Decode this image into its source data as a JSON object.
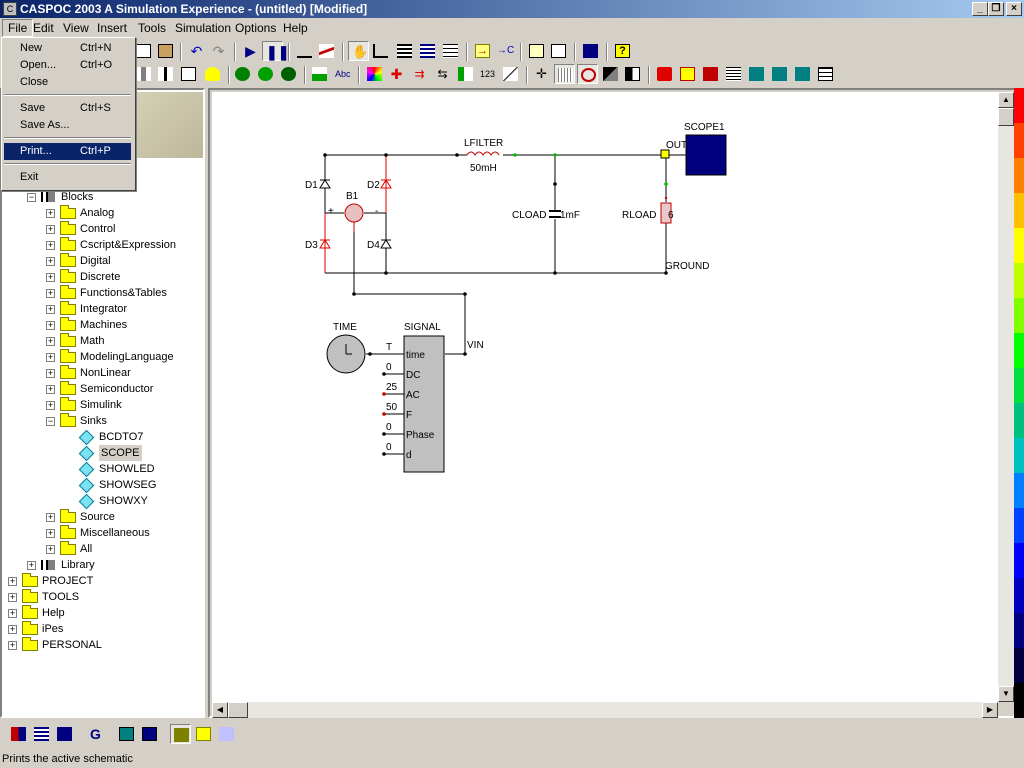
{
  "window": {
    "title": "CASPOC 2003 A Simulation Experience - (untitled) [Modified]"
  },
  "menubar": [
    "File",
    "Edit",
    "View",
    "Insert",
    "Tools",
    "Simulation",
    "Options",
    "Help"
  ],
  "file_menu": {
    "items": [
      {
        "label": "New",
        "shortcut": "Ctrl+N"
      },
      {
        "label": "Open...",
        "shortcut": "Ctrl+O"
      },
      {
        "label": "Close",
        "shortcut": ""
      },
      {
        "label": "Save",
        "shortcut": "Ctrl+S"
      },
      {
        "label": "Save As...",
        "shortcut": ""
      },
      {
        "label": "Print...",
        "shortcut": "Ctrl+P"
      },
      {
        "label": "Exit",
        "shortcut": ""
      }
    ],
    "highlighted": "Print..."
  },
  "tree": {
    "blocks_label": "Blocks",
    "block_folders": [
      "Analog",
      "Control",
      "Cscript&Expression",
      "Digital",
      "Discrete",
      "Functions&Tables",
      "Integrator",
      "Machines",
      "Math",
      "ModelingLanguage",
      "NonLinear",
      "Semiconductor",
      "Simulink",
      "Sinks"
    ],
    "sink_items": [
      "BCDTO7",
      "SCOPE",
      "SHOWLED",
      "SHOWSEG",
      "SHOWXY"
    ],
    "selected_sink": "SCOPE",
    "more_folders": [
      "Source",
      "Miscellaneous",
      "All"
    ],
    "library_label": "Library",
    "root_folders": [
      "PROJECT",
      "TOOLS",
      "Help",
      "iPes",
      "PERSONAL"
    ]
  },
  "schematic": {
    "labels": {
      "lfilter": "LFILTER",
      "lfilter_value": "50mH",
      "scope": "SCOPE1",
      "out": "OUT",
      "d1": "D1",
      "d2": "D2",
      "d3": "D3",
      "d4": "D4",
      "b1": "B1",
      "cload": "CLOAD",
      "cload_value": "1mF",
      "rload": "RLOAD",
      "rload_value": "6",
      "ground": "GROUND",
      "time": "TIME",
      "signal": "SIGNAL",
      "vin": "VIN",
      "plus": "+",
      "minus": "-"
    },
    "signal_ports": [
      {
        "input": "T",
        "port": "time"
      },
      {
        "input": "0",
        "port": "DC"
      },
      {
        "input": "25",
        "port": "AC"
      },
      {
        "input": "50",
        "port": "F"
      },
      {
        "input": "0",
        "port": "Phase"
      },
      {
        "input": "0",
        "port": "d"
      }
    ]
  },
  "status_bar": "Prints the active schematic",
  "colors": {
    "scope_fill": "#00007f",
    "wire": "#000000",
    "component_red": "#e00000",
    "node_green": "#00c000",
    "menu_highlight": "#0a246a"
  },
  "colorbar": [
    "#ff0000",
    "#ff4000",
    "#ff8000",
    "#ffc000",
    "#ffff00",
    "#c0ff00",
    "#80ff00",
    "#00ff00",
    "#00e040",
    "#00c080",
    "#00c0c0",
    "#0080ff",
    "#0040ff",
    "#0000ff",
    "#0000c0",
    "#000080",
    "#000040",
    "#000000"
  ]
}
